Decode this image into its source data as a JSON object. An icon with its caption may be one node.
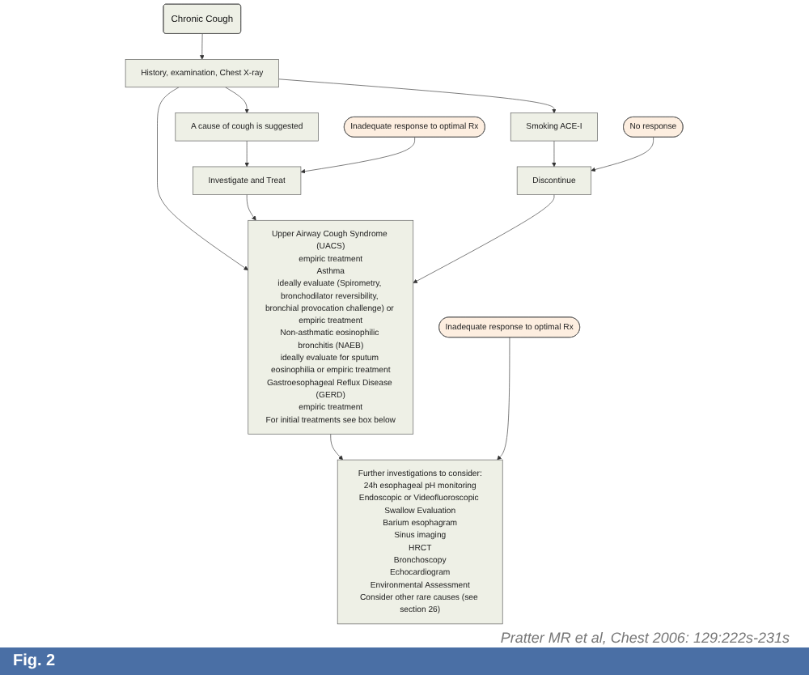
{
  "diagram": {
    "nodes": [
      {
        "text": [
          "Chronic Cough"
        ]
      },
      {
        "text": [
          "History, examination, Chest X-ray"
        ]
      },
      {
        "text": [
          "A cause of cough is suggested"
        ]
      },
      {
        "text": [
          "Investigate and Treat"
        ]
      },
      {
        "text": [
          "Smoking ACE-I"
        ]
      },
      {
        "text": [
          "Discontinue"
        ]
      },
      {
        "text": [
          "Upper Airway Cough Syndrome (UACS)",
          "empiric treatment",
          "Asthma",
          "ideally evaluate (Spirometry, bronchodilator reversibility, bronchial provocation challenge) or empiric treatment",
          "Non-asthmatic eosinophilic bronchitis (NAEB)",
          "ideally evaluate for sputum eosinophilia or empiric treatment",
          "Gastroesophageal Reflux Disease (GERD)",
          "empiric treatment",
          "For initial treatments see box below"
        ]
      },
      {
        "text": [
          "Inadequate response to optimal Rx"
        ]
      },
      {
        "text": [
          "No response"
        ]
      },
      {
        "text": [
          "Inadequate response to optimal Rx"
        ]
      },
      {
        "text": [
          "Further investigations to consider:",
          "24h esophageal pH monitoring",
          "Endoscopic or Videofluoroscopic Swallow Evaluation",
          "Barium esophagram",
          "Sinus imaging",
          "HRCT",
          "Bronchoscopy",
          "Echocardiogram",
          "Environmental Assessment",
          "Consider other rare causes (see section 26)"
        ]
      }
    ],
    "edges": [
      {
        "from": 0,
        "to": 1,
        "arrow": "to"
      },
      {
        "from": 1,
        "to": 2,
        "arrow": "to"
      },
      {
        "from": 2,
        "to": 3,
        "arrow": "to"
      },
      {
        "from": 1,
        "to": 4,
        "arrow": "to"
      },
      {
        "from": 4,
        "to": 5,
        "arrow": "to"
      },
      {
        "from": 1,
        "to": 6,
        "arrow": "to"
      },
      {
        "from": 3,
        "to": 6,
        "arrow": "to"
      },
      {
        "from": 5,
        "to": 6,
        "arrow": "to"
      },
      {
        "from": 7,
        "to": 3,
        "arrow": "to"
      },
      {
        "from": 8,
        "to": 5,
        "arrow": "to"
      },
      {
        "from": 6,
        "to": 10,
        "arrow": "to"
      },
      {
        "from": 9,
        "to": 10,
        "arrow": "to"
      }
    ],
    "labels": [
      "Pratter MR et al, Chest 2006: 129:222s-231s",
      "Fig. 2"
    ]
  }
}
